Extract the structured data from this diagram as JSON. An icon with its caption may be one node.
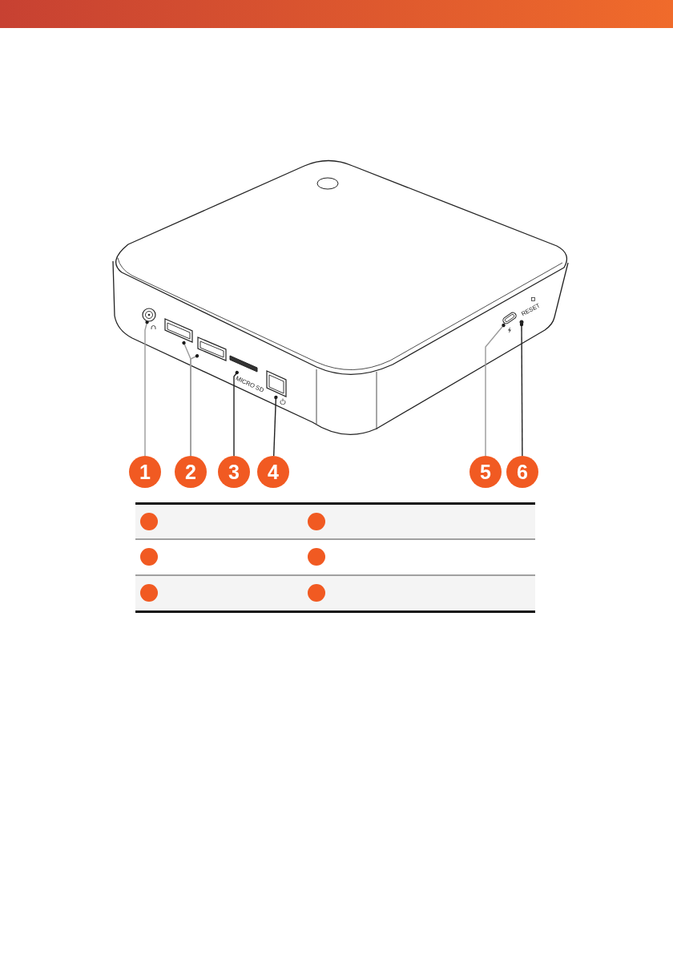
{
  "diagram": {
    "nodes": [
      {
        "text": [
          "1"
        ]
      },
      {
        "text": [
          "2"
        ]
      },
      {
        "text": [
          "3"
        ]
      },
      {
        "text": [
          "4"
        ]
      },
      {
        "text": [
          "5"
        ]
      },
      {
        "text": [
          "6"
        ]
      },
      {
        "text": [],
        "shape": "circle"
      },
      {
        "text": [],
        "shape": "box"
      },
      {
        "text": [],
        "shape": "box"
      },
      {
        "text": [],
        "shape": "bar"
      },
      {
        "text": [],
        "shape": "box"
      },
      {
        "text": [],
        "shape": "oval"
      },
      {
        "text": [],
        "shape": "circle"
      }
    ],
    "edges": [
      {
        "from": 0,
        "to": 6,
        "arrow": "other"
      },
      {
        "from": 1,
        "to": 7,
        "arrow": "other"
      },
      {
        "from": 1,
        "to": 8,
        "arrow": "other"
      },
      {
        "from": 2,
        "to": 9,
        "arrow": "other",
        "color": "#222222"
      },
      {
        "from": 3,
        "to": 10,
        "arrow": "other",
        "color": "#222222"
      },
      {
        "from": 4,
        "to": 11,
        "arrow": "other"
      },
      {
        "from": 5,
        "to": 12,
        "arrow": "other",
        "color": "#222222"
      }
    ],
    "labels": [
      "MICRO SD",
      "RESET"
    ]
  }
}
